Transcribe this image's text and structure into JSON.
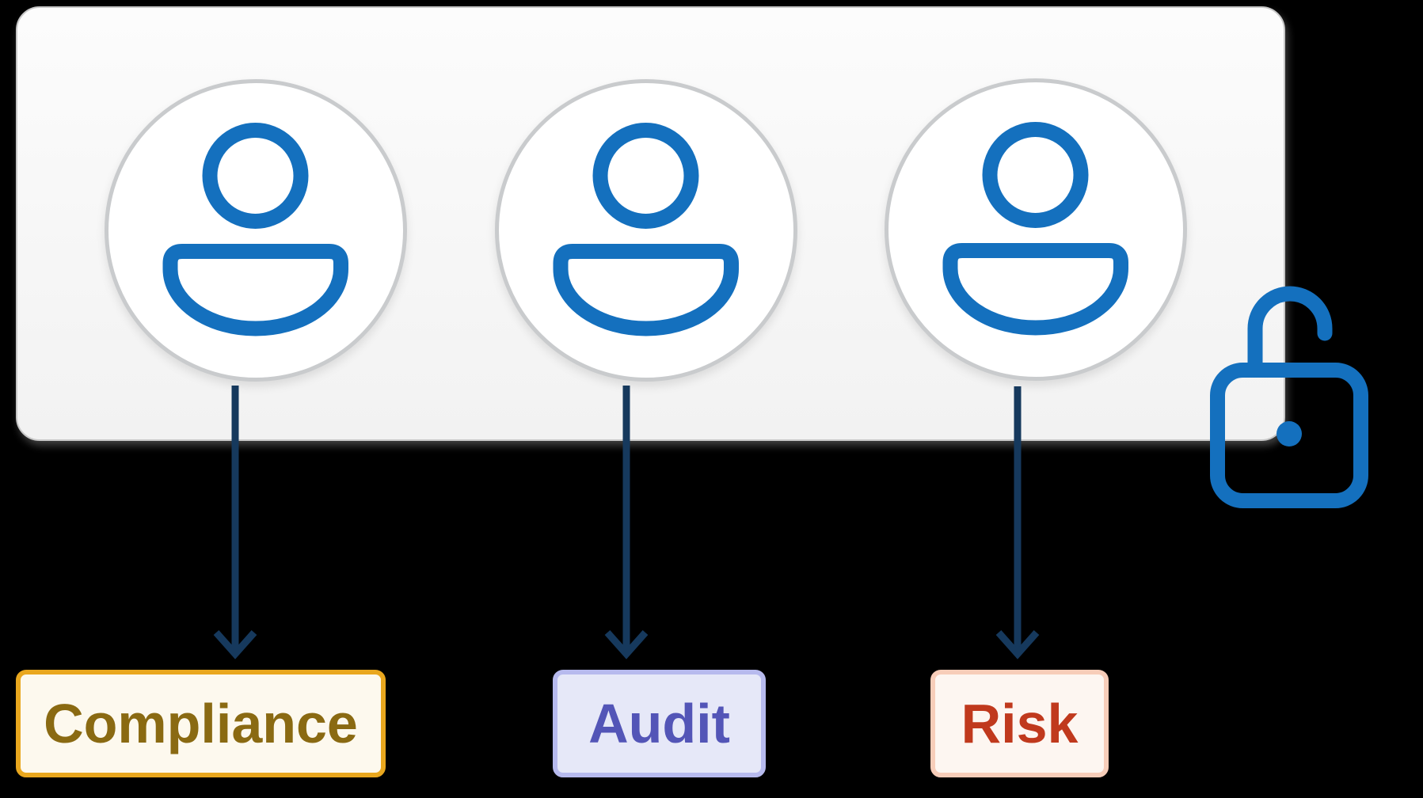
{
  "canvas": {
    "background": "#000000"
  },
  "panel": {
    "fill_top": "#fcfcfc",
    "fill_bottom": "#f2f2f2",
    "border_color": "#c7c7c7"
  },
  "actors": {
    "count": 3,
    "icon": "person-icon",
    "icon_color": "#1470be",
    "circle_fill": "#ffffff",
    "circle_border": "#c9cbcd"
  },
  "lock": {
    "icon": "unlock-icon",
    "state": "unlocked",
    "color": "#1470be"
  },
  "arrows": {
    "count": 3,
    "color": "#16395d",
    "direction": "down"
  },
  "labels": [
    {
      "text": "Compliance",
      "text_color": "#8a6a12",
      "border_color": "#e9a71e",
      "fill_color": "#fdf9ee"
    },
    {
      "text": "Audit",
      "text_color": "#5355b7",
      "border_color": "#b7baee",
      "fill_color": "#e6e8f8"
    },
    {
      "text": "Risk",
      "text_color": "#c0391d",
      "border_color": "#f7cdb9",
      "fill_color": "#fdf6f1"
    }
  ]
}
